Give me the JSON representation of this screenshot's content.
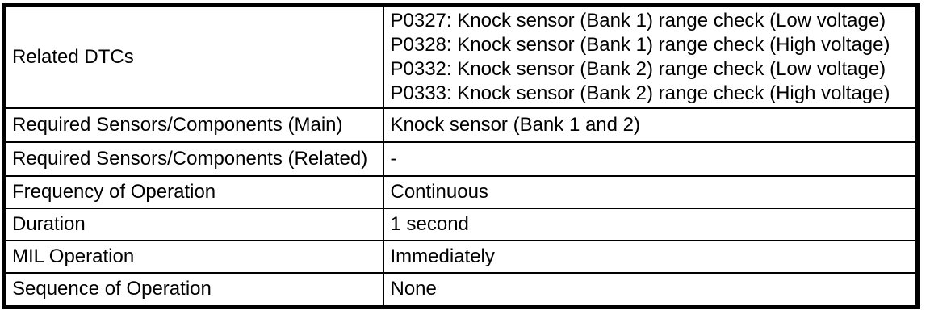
{
  "table": {
    "rows": [
      {
        "label": "Related DTCs",
        "values": [
          "P0327: Knock sensor (Bank 1) range check (Low voltage)",
          "P0328: Knock sensor (Bank 1) range check (High voltage)",
          "P0332: Knock sensor (Bank 2) range check (Low voltage)",
          "P0333: Knock sensor (Bank 2) range check (High voltage)"
        ]
      },
      {
        "label": "Required Sensors/Components (Main)",
        "value": "Knock sensor (Bank 1 and 2)"
      },
      {
        "label": "Required Sensors/Components (Related)",
        "value": "-"
      },
      {
        "label": "Frequency of Operation",
        "value": "Continuous"
      },
      {
        "label": "Duration",
        "value": "1 second"
      },
      {
        "label": "MIL Operation",
        "value": "Immediately"
      },
      {
        "label": "Sequence of Operation",
        "value": "None"
      }
    ],
    "colors": {
      "border": "#000000",
      "text": "#000000",
      "background": "#ffffff"
    }
  }
}
